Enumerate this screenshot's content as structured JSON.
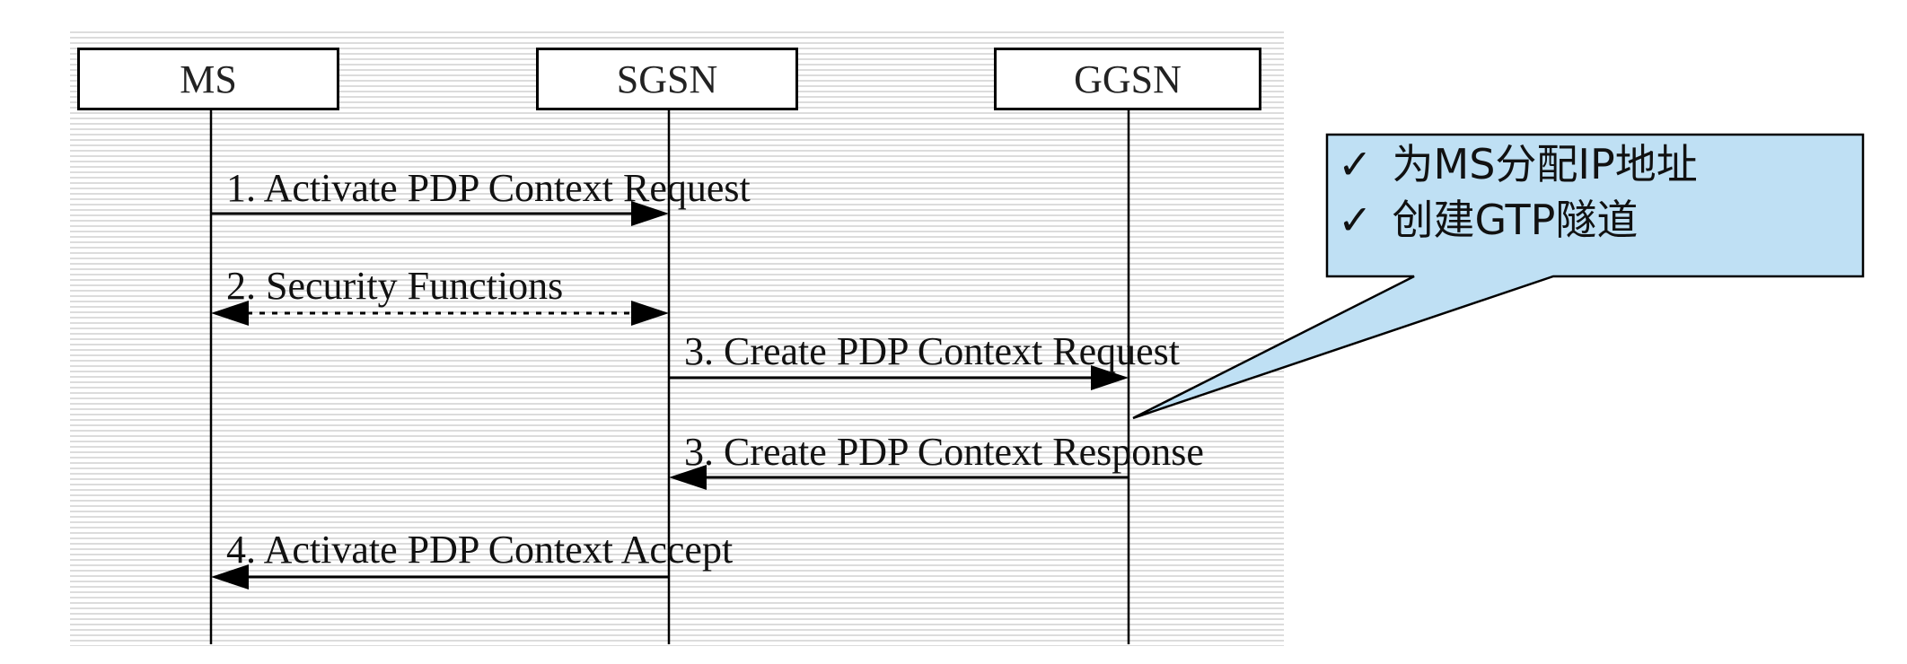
{
  "entities": {
    "ms": "MS",
    "sgsn": "SGSN",
    "ggsn": "GGSN"
  },
  "messages": [
    {
      "label": "1. Activate PDP Context Request"
    },
    {
      "label": "2. Security Functions"
    },
    {
      "label": "3. Create PDP Context Request"
    },
    {
      "label": "3. Create PDP Context Response"
    },
    {
      "label": "4. Activate PDP Context Accept"
    }
  ],
  "callout": {
    "items": [
      {
        "check": "✓",
        "text": "为MS分配IP地址"
      },
      {
        "check": "✓",
        "text": "创建GTP隧道"
      }
    ],
    "fill": "#bfe0f4",
    "border": "#000000"
  }
}
